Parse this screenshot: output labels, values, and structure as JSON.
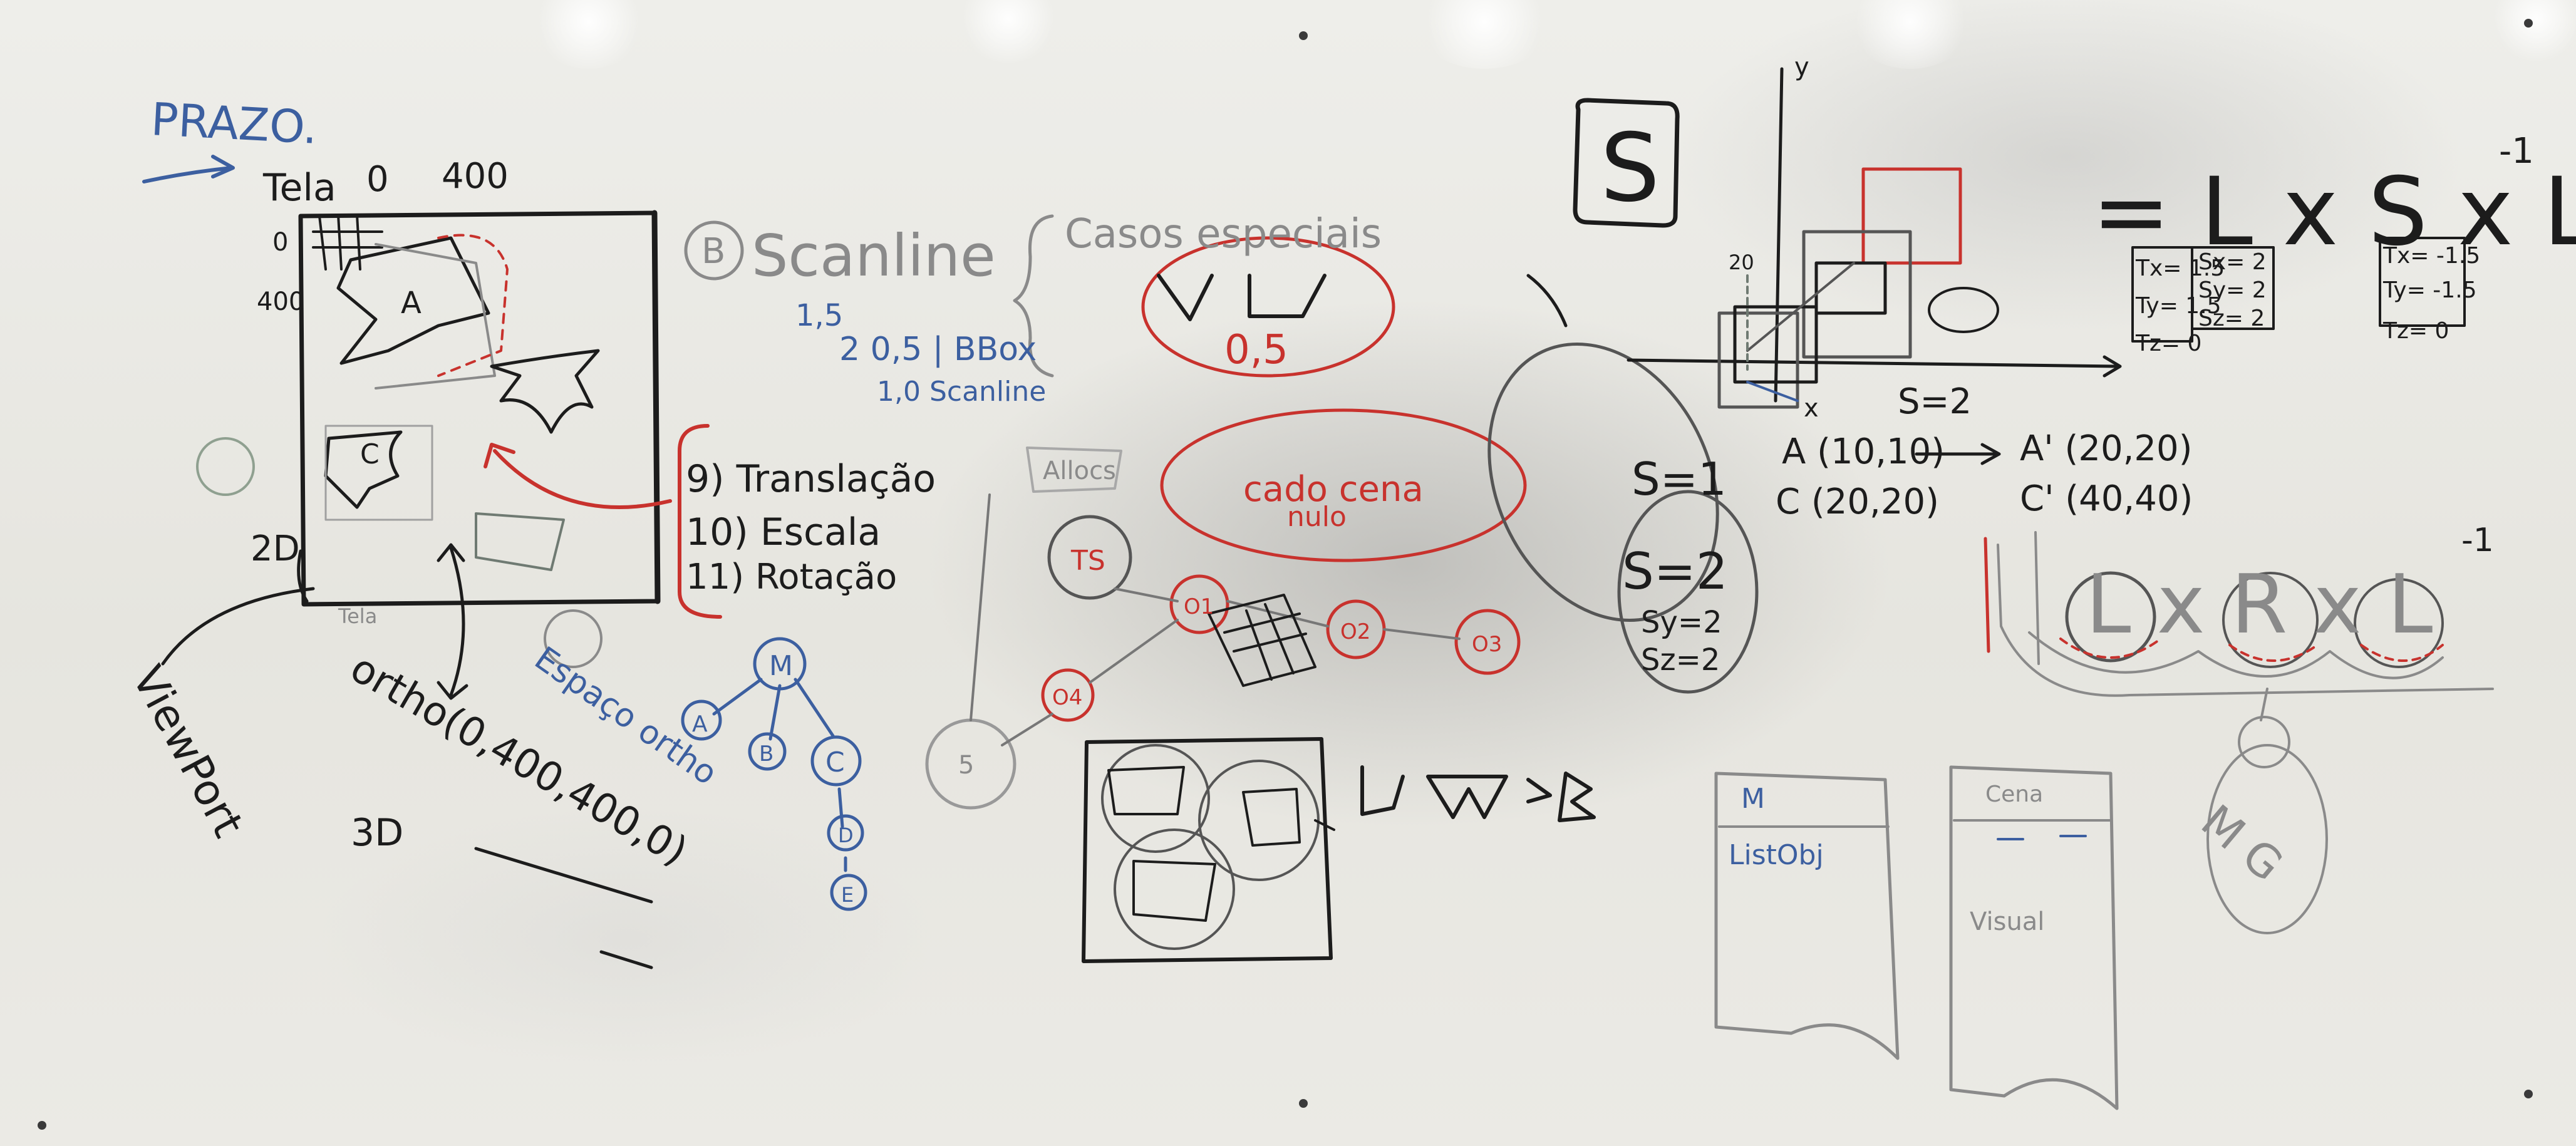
{
  "board": {
    "left": {
      "prazo": "PRAZO.",
      "tela": "Tela",
      "zero": "0",
      "four_hundred": "400",
      "y0": "0",
      "y400": "400",
      "label_a": "A",
      "label_c": "C",
      "label_2d": "2D",
      "label_tela": "Tela",
      "viewport": "ViewPort",
      "ortho": "ortho(0,400,400,0)",
      "three_d": "3D",
      "espaco": "Espaço ortho",
      "tree_m": "M",
      "tree_a": "A",
      "tree_b": "B",
      "tree_c": "C",
      "tree_d": "D",
      "tree_e": "E"
    },
    "middle": {
      "b_circle": "B",
      "scanline": "Scanline",
      "casos": "Casos especiais",
      "v15": "1,5",
      "v205": "2  0,5 | BBox",
      "v10": "1,0 Scanline",
      "v05": "0,5",
      "item9": "9) Translação",
      "item10": "10) Escala",
      "item11": "11) Rotação",
      "allocs": "Allocs",
      "cado": "cado cena",
      "nulo": "nulo",
      "ts": "TS",
      "o1": "O1",
      "o2": "O2",
      "o3": "O3",
      "o4": "O4",
      "five": "5"
    },
    "right": {
      "s_box": "S",
      "equation": "= L x S x L",
      "sup1": "-1",
      "tx1": "Tx= 1.5",
      "ty1": "Ty= 1.5",
      "tz1": "Tz= 0",
      "sx": "Sx= 2",
      "sy": "Sy= 2",
      "sz": "Sz= 2",
      "tx2": "Tx= -1.5",
      "ty2": "Ty= -1.5",
      "tz2": "Tz= 0",
      "twenty": "20",
      "x_axis": "x",
      "y_axis": "y",
      "s_eq_2": "S=2",
      "a_pt": "A (10,10)",
      "a_prime": "A' (20,20)",
      "c_pt": "C (20,20)",
      "c_prime": "C' (40,40)",
      "s1": "S=1",
      "s2": "S=2",
      "sy2": "Sy=2",
      "sz2": "Sz=2",
      "lrl": "L x R x L",
      "lrl_sup": "-1",
      "m_label": "M",
      "listobj": "ListObj",
      "cena": "Cena",
      "visual": "Visual",
      "mg": "M G"
    }
  },
  "colors": {
    "board": "#e7e6e1",
    "black_marker": "#1c1c1c",
    "blue_marker": "#3c5fa0",
    "red_marker": "#c8322d",
    "grey_marker": "#8a8a8a"
  }
}
